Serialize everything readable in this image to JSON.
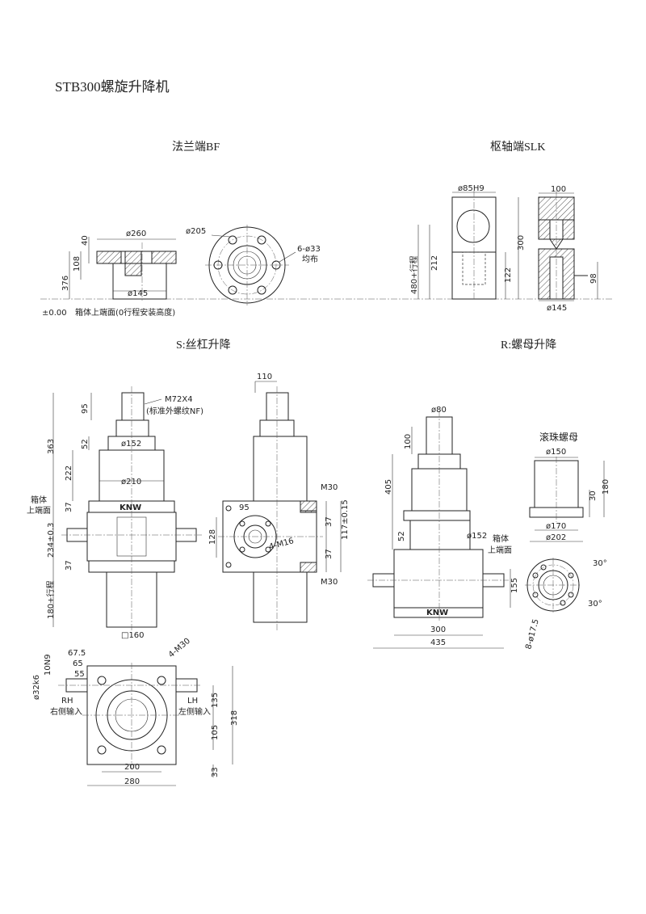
{
  "title": "STB300螺旋升降机",
  "headings": {
    "flange": "法兰端BF",
    "pivot": "枢轴端SLK",
    "screw_lift": "S:丝杠升降",
    "nut_lift": "R:螺母升降",
    "ball_nut": "滚珠螺母"
  },
  "zero_label": "±0.00",
  "zero_desc": "箱体上端面(0行程安装高度)",
  "flange_dims": {
    "d260": "ø260",
    "d205": "ø205",
    "d145": "ø145",
    "h40": "40",
    "h108": "108",
    "h376": "376",
    "holes": "6-ø33",
    "holes_note": "均布"
  },
  "pivot_dims": {
    "d85": "ø85H9",
    "w100": "100",
    "h300": "300",
    "h212": "212",
    "h122": "122",
    "h480": "480+行程",
    "h98": "98",
    "d145": "ø145"
  },
  "s_front": {
    "thread": "M72X4",
    "thread_note": "(标准外螺纹NF)",
    "h95": "95",
    "h363": "363",
    "h52": "52",
    "d152": "ø152",
    "h222": "222",
    "d210": "ø210",
    "box_top": "箱体",
    "box_top2": "上端面",
    "h37a": "37",
    "h234": "234±0.3",
    "h37b": "37",
    "h180": "180+行程",
    "sq160": "□160",
    "brand": "KNW"
  },
  "s_side": {
    "w110": "110",
    "m30a": "M30",
    "d95": "95",
    "h128": "128",
    "m16": "4-M16",
    "h37a": "37",
    "h37b": "37",
    "h117": "117±0.15",
    "m30b": "M30"
  },
  "r_front": {
    "d80": "ø80",
    "h100": "100",
    "h405": "405",
    "h52": "52",
    "d152": "ø152",
    "box_top": "箱体",
    "box_top2": "上端面",
    "w300": "300",
    "w435": "435",
    "brand": "KNW"
  },
  "ball_nut_dims": {
    "d150": "ø150",
    "h30": "30",
    "h180": "180",
    "d170": "ø170",
    "d202": "ø202",
    "a30a": "30°",
    "a30b": "30°",
    "h155": "155",
    "holes": "8-ø17.5"
  },
  "bottom_view": {
    "d675": "67.5",
    "d65": "65",
    "d55": "55",
    "shaft": "ø32k6",
    "key": "10N9",
    "m30": "4-M30",
    "rh": "RH",
    "rh_desc": "右侧输入",
    "lh": "LH",
    "lh_desc": "左侧输入",
    "h135": "135",
    "h105": "105",
    "h318": "318",
    "h33": "33",
    "w200": "200",
    "w280": "280"
  }
}
